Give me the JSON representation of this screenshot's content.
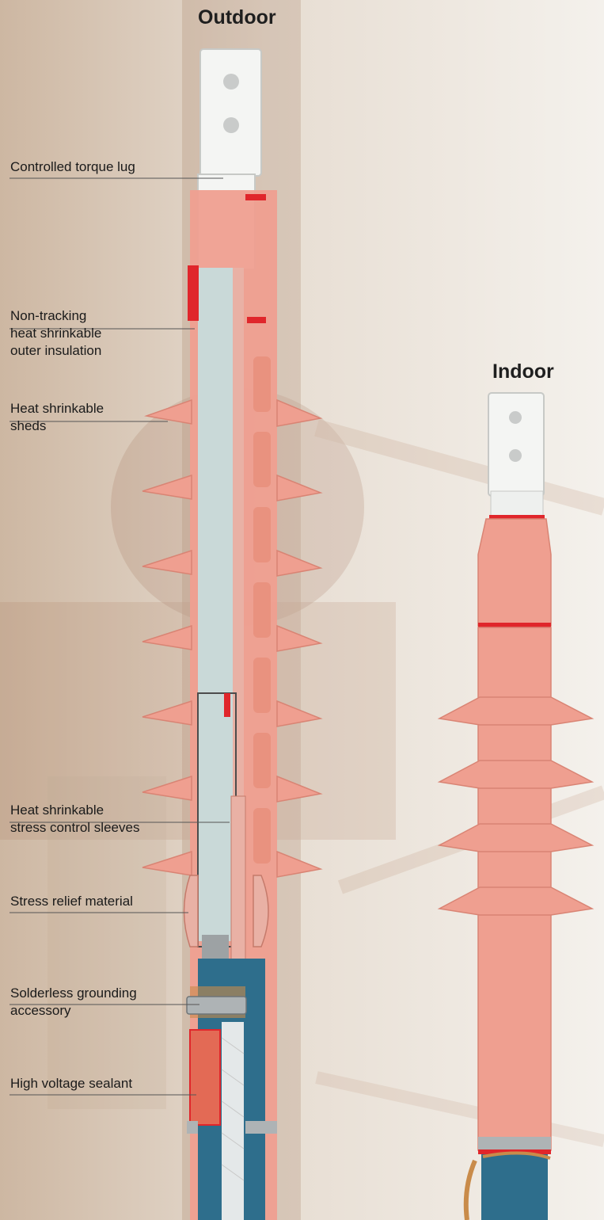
{
  "titles": {
    "outdoor": "Outdoor",
    "indoor": "Indoor"
  },
  "callouts": {
    "lug": [
      "Controlled torque lug"
    ],
    "outer_insulation": [
      "Non-tracking",
      "heat shrinkable",
      "outer insulation"
    ],
    "sheds": [
      "Heat shrinkable",
      "sheds"
    ],
    "stress_sleeves": [
      "Heat shrinkable",
      "stress control sleeves"
    ],
    "stress_relief": [
      "Stress relief material"
    ],
    "grounding": [
      "Solderless grounding",
      "accessory"
    ],
    "sealant": [
      "High voltage sealant"
    ]
  },
  "colors": {
    "insulation_pink": "#ef9f90",
    "insulation_shade": "#d98474",
    "seal_red": "#e0262b",
    "lug_white": "#f4f5f3",
    "core_pale": "#c9d9d8",
    "cable_blue": "#2e6e8c",
    "copper": "#c98b4a"
  }
}
